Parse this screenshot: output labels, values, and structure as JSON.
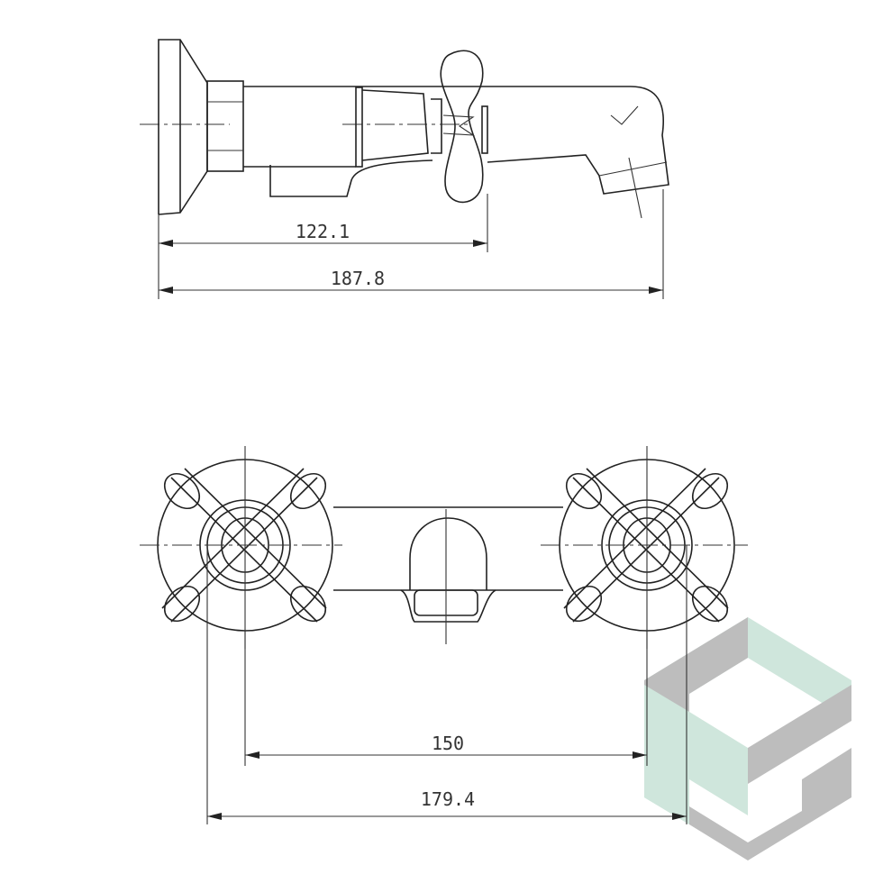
{
  "side_view": {
    "dim_valve_depth": "122.1",
    "dim_overall_depth": "187.8"
  },
  "front_view": {
    "dim_center_distance": "150",
    "dim_overall_width": "179.4"
  },
  "colors": {
    "line": "#222222",
    "watermark_green": "#cfe6dc",
    "watermark_gray": "#bdbdbd"
  }
}
